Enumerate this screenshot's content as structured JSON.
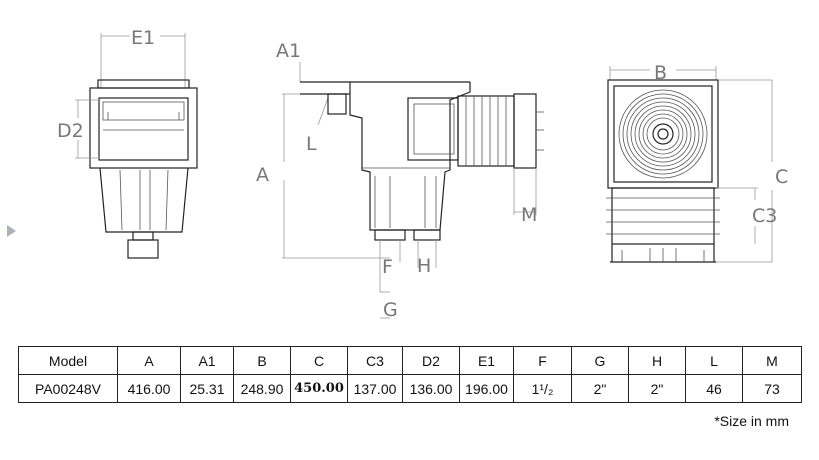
{
  "drawing": {
    "front_view": {
      "label_width": "E1",
      "label_height": "D2"
    },
    "side_view": {
      "label_a1": "A1",
      "label_a": "A",
      "label_l": "L",
      "label_m": "M",
      "label_f": "F",
      "label_h": "H",
      "label_g": "G"
    },
    "top_view": {
      "label_b": "B",
      "label_c": "C",
      "label_c3": "C3"
    }
  },
  "table": {
    "headers": [
      "Model",
      "A",
      "A1",
      "B",
      "C",
      "C3",
      "D2",
      "E1",
      "F",
      "G",
      "H",
      "L",
      "M"
    ],
    "row": [
      "PA00248V",
      "416.00",
      "25.31",
      "248.90",
      "450.00",
      "137.00",
      "136.00",
      "196.00",
      "1¹/₂",
      "2\"",
      "2\"",
      "46",
      "73"
    ]
  },
  "note": "*Size in mm"
}
